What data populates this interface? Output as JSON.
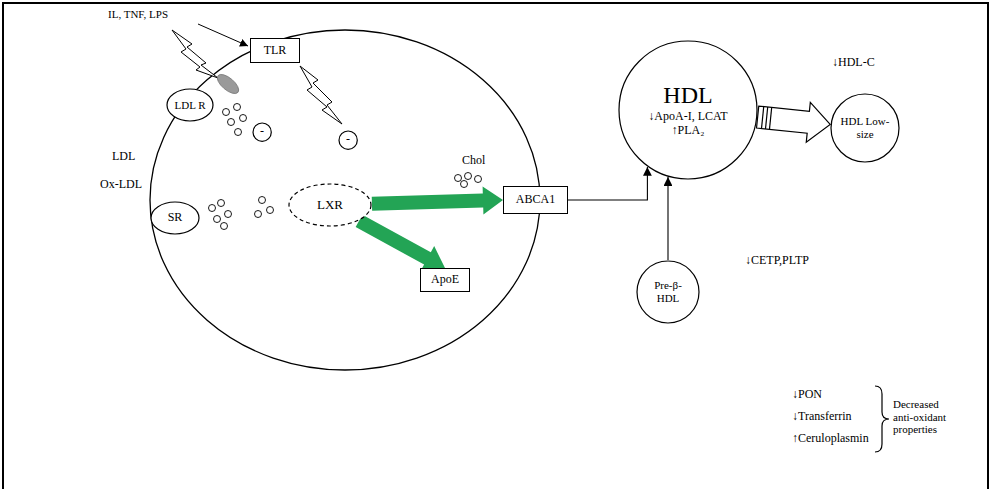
{
  "diagram": {
    "nodes": [
      {
        "text": [
          "TLR"
        ]
      },
      {
        "text": [
          "LDL R"
        ]
      },
      {
        "text": [
          "-"
        ]
      },
      {
        "text": [
          "SR"
        ]
      },
      {
        "text": [
          "LXR"
        ]
      },
      {
        "text": [
          "-"
        ]
      },
      {
        "text": [
          "ABCA1"
        ]
      },
      {
        "text": [
          "ApoE"
        ]
      },
      {
        "text": [
          "HDL",
          "↓ApoA-I, LCAT",
          "↑PLA₂"
        ]
      },
      {
        "text": [
          "Pre-β-HDL"
        ]
      },
      {
        "text": [
          "HDL Low-size"
        ]
      }
    ],
    "edges": [
      {
        "from": 4,
        "to": 6,
        "arrow": "to"
      },
      {
        "from": 4,
        "to": 7,
        "arrow": "to"
      },
      {
        "from": 6,
        "to": 8,
        "arrow": "to"
      },
      {
        "from": 9,
        "to": 8,
        "arrow": "to"
      },
      {
        "from": 8,
        "to": 10,
        "arrow": "to"
      }
    ],
    "labels": [
      "IL, TNF, LPS",
      "LDL",
      "Ox-LDL",
      "Chol",
      "↓HDL-C",
      "↓CETP,PLTP",
      "↓PON",
      "↓Transferrin",
      "↑Ceruloplasmin",
      "Decreased anti-oxidant properties"
    ]
  }
}
